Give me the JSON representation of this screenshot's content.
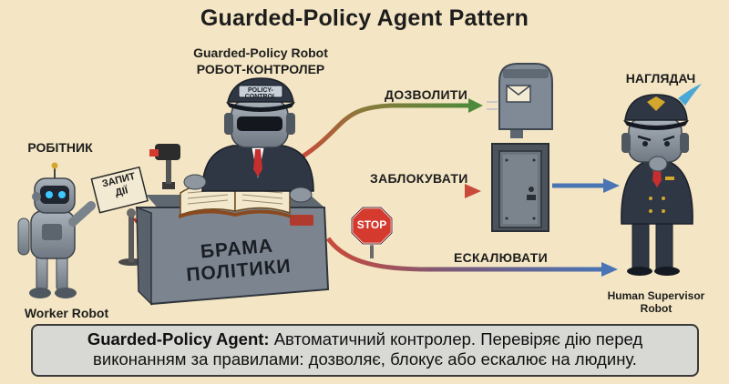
{
  "title": "Guarded-Policy Agent Pattern",
  "controller": {
    "label_en": "Guarded-Policy Robot",
    "label_uk": "РОБОТ-КОНТРОЛЕР",
    "cap_text": "POLICY-CONTROL"
  },
  "worker": {
    "label_uk": "РОБІТНИК",
    "label_en": "Worker Robot",
    "sign_text_1": "ЗАПИТ",
    "sign_text_2": "ДІЇ"
  },
  "supervisor": {
    "label_uk": "НАГЛЯДАЧ",
    "label_en_1": "Human Supervisor",
    "label_en_2": "Robot"
  },
  "gate": {
    "line1": "БРАМА",
    "line2": "ПОЛІТИКИ"
  },
  "stop_sign": "STOP",
  "arrows": {
    "allow": "ДОЗВОЛИТИ",
    "block": "ЗАБЛОКУВАТИ",
    "escalate": "ЕСКАЛЮВАТИ"
  },
  "caption": {
    "term": "Guarded-Policy Agent:",
    "text_1": " Автоматичний контролер. Перевіряє дію перед",
    "text_2": "виконанням за правилами: дозволяє, блокує або ескалює на людину."
  },
  "colors": {
    "background": "#f4e6c4",
    "allow": "#4f8a3c",
    "block": "#c94a3a",
    "escalate": "#4a74b4",
    "uniform": "#2f3644",
    "robot_gray": "#8e96a0"
  }
}
